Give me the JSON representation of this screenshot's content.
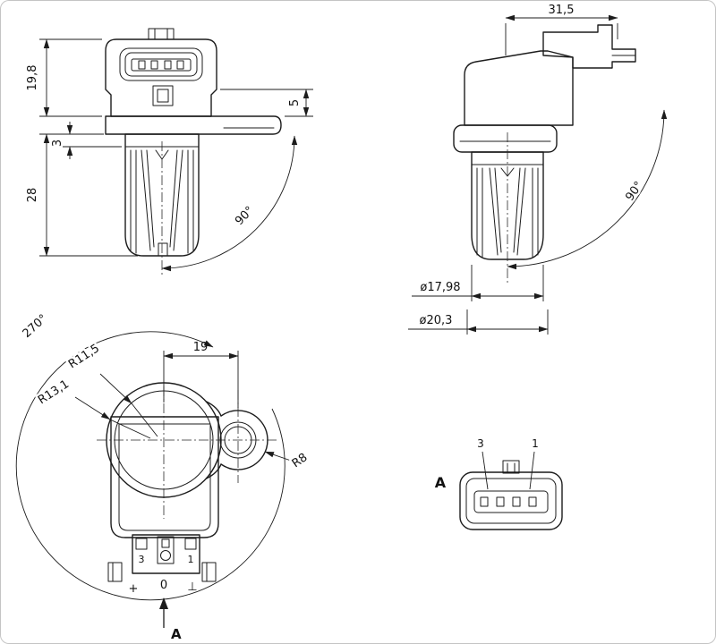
{
  "drawing": {
    "background": "#ffffff",
    "line_color": "#1c1c1c",
    "frame_border_color": "#c4c4c4"
  },
  "front_view": {
    "dim_connector_height": "19,8",
    "dim_connector_step": "5",
    "dim_flange_offset": "3",
    "dim_body_length": "28",
    "dim_swivel_angle": "90°"
  },
  "side_view": {
    "dim_connector_width": "31,5",
    "dim_body_diameter": "ø17,98",
    "dim_collar_diameter": "ø20,3",
    "dim_swivel_angle": "90°"
  },
  "top_view": {
    "dim_rotation_range": "270°",
    "dim_radius_inner": "R11,5",
    "dim_radius_outer": "R13,1",
    "dim_ear_distance": "19",
    "dim_ear_radius": "R8",
    "pin_left": "3",
    "pin_right": "1",
    "symbol_plus": "+",
    "symbol_zero": "0",
    "symbol_ground": "⊥",
    "view_arrow_label": "A"
  },
  "connector_view": {
    "view_label": "A",
    "pin_left": "3",
    "pin_right": "1"
  }
}
